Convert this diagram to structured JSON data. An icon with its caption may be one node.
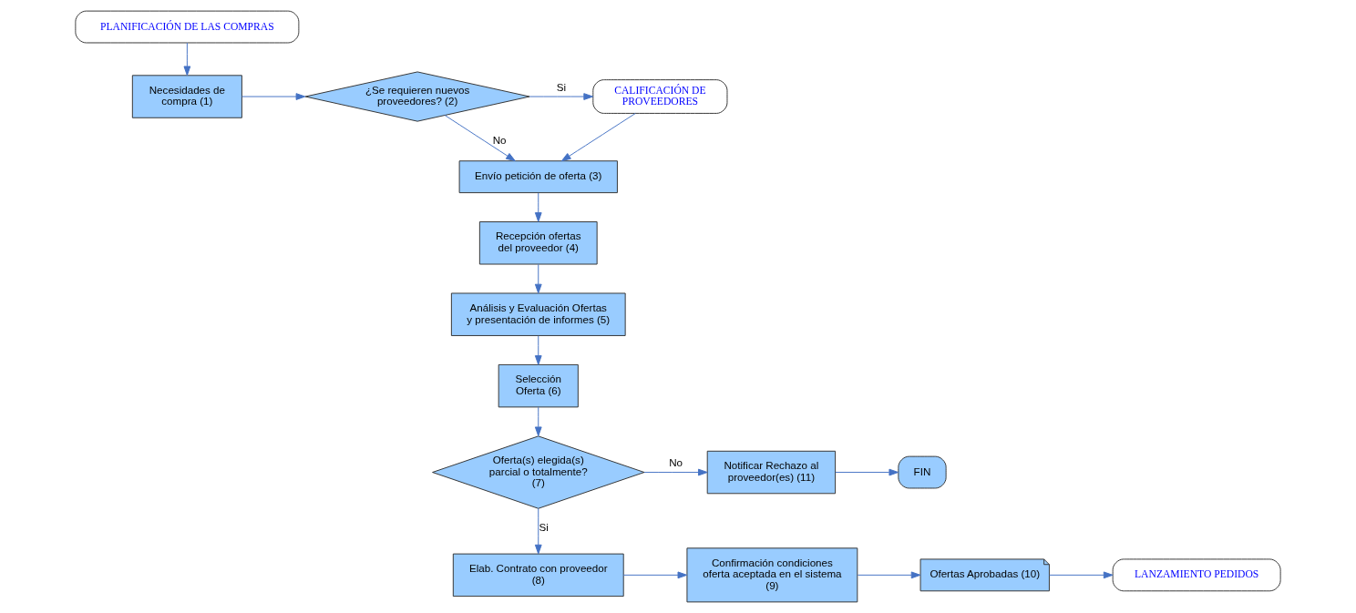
{
  "diagram": {
    "nodes": [
      {
        "text": [
          "PLANIFICACIÓN DE LAS COMPRAS"
        ]
      },
      {
        "text": [
          "Necesidades de compra (1)"
        ]
      },
      {
        "text": [
          "¿Se requieren nuevos proveedores? (2)"
        ]
      },
      {
        "text": [
          "CALIFICACIÓN DE PROVEEDORES"
        ]
      },
      {
        "text": [
          "Envío petición de oferta (3)"
        ]
      },
      {
        "text": [
          "Recepción ofertas del proveedor (4)"
        ]
      },
      {
        "text": [
          "Análisis y Evaluación Ofertas y presentación de informes (5)"
        ]
      },
      {
        "text": [
          "Selección Oferta (6)"
        ]
      },
      {
        "text": [
          "Oferta(s) elegida(s) parcial o totalmente? (7)"
        ]
      },
      {
        "text": [
          "Notificar Rechazo al proveedor(es) (11)"
        ]
      },
      {
        "text": [
          "FIN"
        ]
      },
      {
        "text": [
          "Elab. Contrato con proveedor (8)"
        ]
      },
      {
        "text": [
          "Confirmación condiciones oferta aceptada en el sistema (9)"
        ]
      },
      {
        "text": [
          "Ofertas Aprobadas (10)"
        ]
      },
      {
        "text": [
          "LANZAMIENTO PEDIDOS"
        ]
      }
    ],
    "edges": [
      {
        "from": 0,
        "to": 1,
        "arrow": "to"
      },
      {
        "from": 1,
        "to": 2,
        "arrow": "to"
      },
      {
        "from": 2,
        "to": 3,
        "arrow": "to",
        "label": "Si"
      },
      {
        "from": 2,
        "to": 4,
        "arrow": "to",
        "label": "No"
      },
      {
        "from": 3,
        "to": 4,
        "arrow": "to"
      },
      {
        "from": 4,
        "to": 5,
        "arrow": "to"
      },
      {
        "from": 5,
        "to": 6,
        "arrow": "to"
      },
      {
        "from": 6,
        "to": 7,
        "arrow": "to"
      },
      {
        "from": 7,
        "to": 8,
        "arrow": "to"
      },
      {
        "from": 8,
        "to": 9,
        "arrow": "to",
        "label": "No"
      },
      {
        "from": 9,
        "to": 10,
        "arrow": "to"
      },
      {
        "from": 8,
        "to": 11,
        "arrow": "to",
        "label": "Si"
      },
      {
        "from": 11,
        "to": 12,
        "arrow": "to"
      },
      {
        "from": 12,
        "to": 13,
        "arrow": "to"
      },
      {
        "from": 13,
        "to": 14,
        "arrow": "to"
      }
    ]
  }
}
